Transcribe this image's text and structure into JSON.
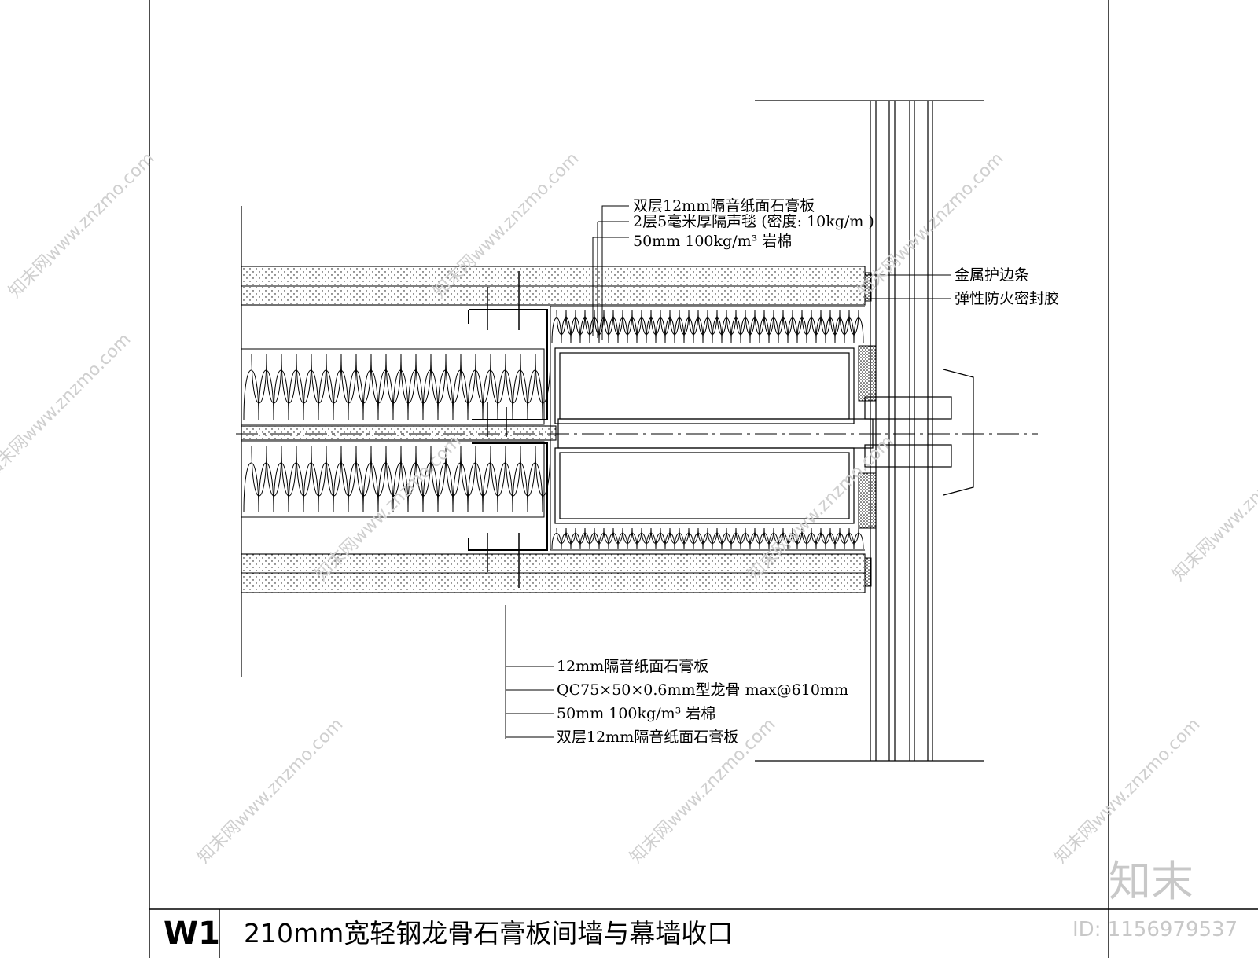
{
  "drawing": {
    "code": "W1",
    "title": "210mm宽轻钢龙骨石膏板间墙与幕墙收口"
  },
  "annotations_top": [
    "双层12mm隔音纸面石膏板",
    "2层5毫米厚隔声毯 (密度: 10kg/m )",
    "50mm 100kg/m³ 岩棉"
  ],
  "annotations_right": [
    "金属护边条",
    "弹性防火密封胶"
  ],
  "annotations_bottom": [
    "12mm隔音纸面石膏板",
    "QC75×50×0.6mm型龙骨 max@610mm",
    "50mm 100kg/m³ 岩棉",
    "双层12mm隔音纸面石膏板"
  ],
  "watermark": {
    "text": "知末网www.znzmo.com",
    "logo": "知末",
    "id_label": "ID: 1156979537"
  },
  "colors": {
    "line": "#000000",
    "watermark": "#cccccc",
    "background": "#ffffff"
  }
}
